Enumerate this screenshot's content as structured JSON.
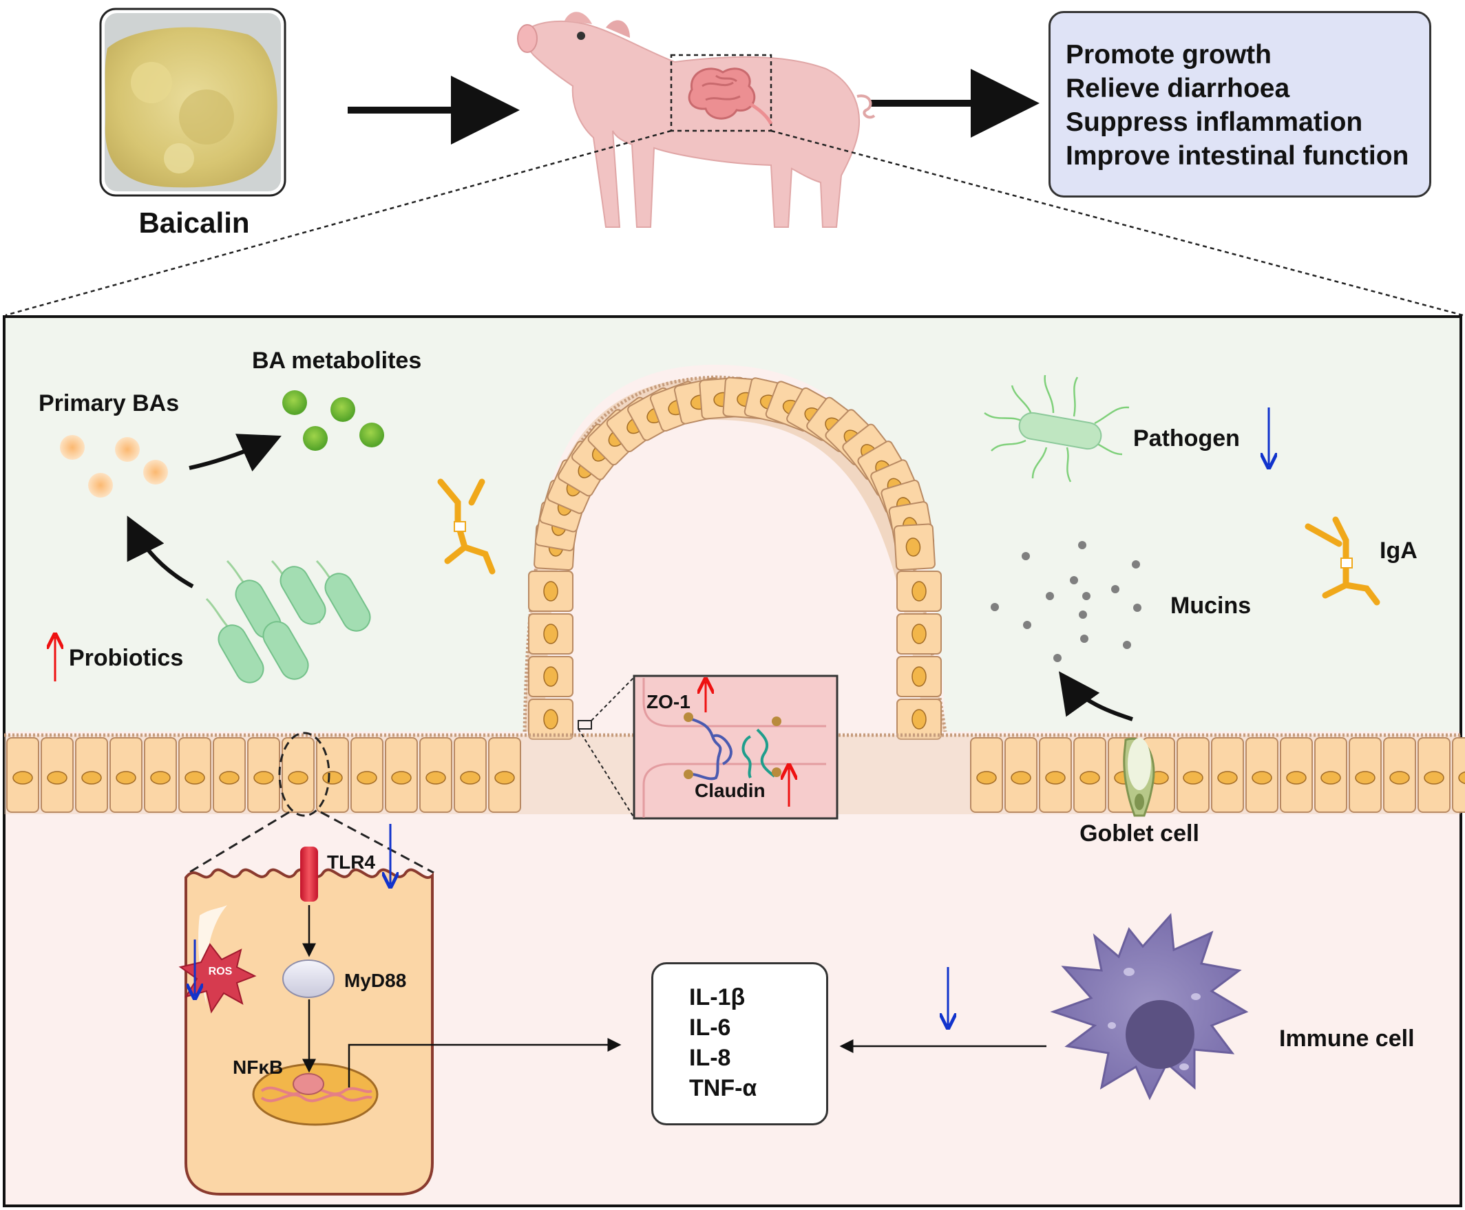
{
  "top": {
    "baicalin_label": "Baicalin",
    "outcomes": [
      "Promote growth",
      "Relieve diarrhoea",
      "Suppress inflammation",
      "Improve intestinal function"
    ]
  },
  "lumen": {
    "primary_bas": "Primary BAs",
    "ba_metabolites": "BA metabolites",
    "probiotics": "Probiotics",
    "pathogen": "Pathogen",
    "iga": "IgA",
    "mucins": "Mucins"
  },
  "junction": {
    "zo1": "ZO-1",
    "claudin": "Claudin"
  },
  "epithelium": {
    "goblet_cell": "Goblet cell"
  },
  "signaling": {
    "tlr4": "TLR4",
    "ros": "ROS",
    "myd88": "MyD88",
    "nfkb": "NFκB",
    "immune_cell": "Immune cell",
    "cytokines": [
      "IL-1β",
      "IL-6",
      "IL-8",
      "TNF-α"
    ]
  },
  "colors": {
    "up_arrow": "#ee1111",
    "down_arrow": "#1133cc",
    "lumen_bg": "#f1f5ee",
    "lamina_bg": "#fcf0ee",
    "cell_fill": "#fbd6a6",
    "nucleus": "#f2b64a",
    "box_bg": "#dfe3f6"
  },
  "icons": {
    "up_arrow": "up-arrow-icon",
    "down_arrow": "down-arrow-icon",
    "powder": "baicalin-powder-icon",
    "pig": "pig-icon",
    "intestine": "intestine-icon",
    "bacteria": "bacteria-icon",
    "antibody": "antibody-icon",
    "macrophage": "immune-cell-icon"
  }
}
